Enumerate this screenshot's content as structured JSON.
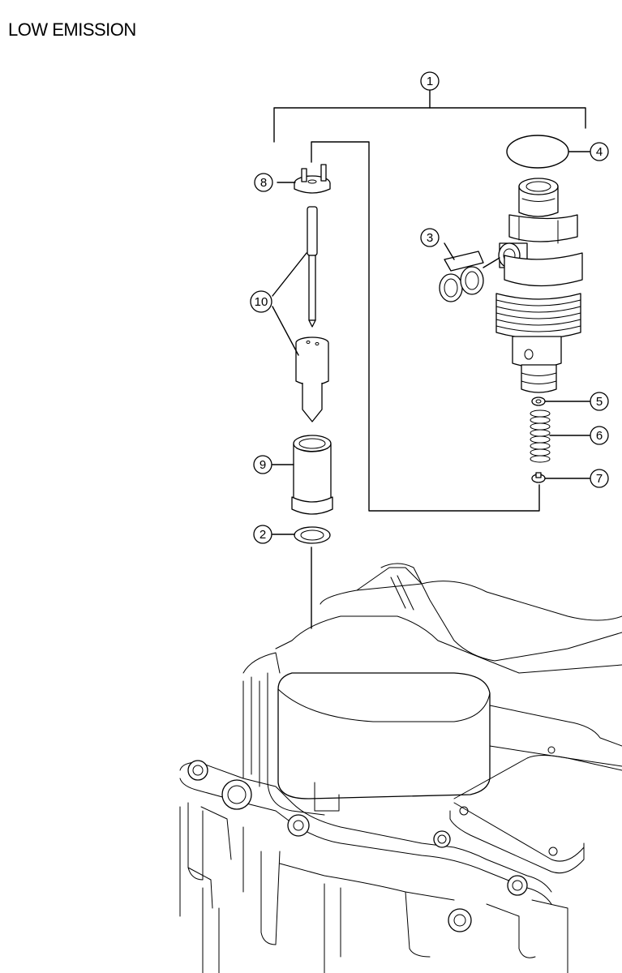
{
  "header": {
    "title": "LOW EMISSION"
  },
  "callouts": [
    {
      "id": "callout-1",
      "label": "1"
    },
    {
      "id": "callout-2",
      "label": "2"
    },
    {
      "id": "callout-3",
      "label": "3"
    },
    {
      "id": "callout-4",
      "label": "4"
    },
    {
      "id": "callout-5",
      "label": "5"
    },
    {
      "id": "callout-6",
      "label": "6"
    },
    {
      "id": "callout-7",
      "label": "7"
    },
    {
      "id": "callout-8",
      "label": "8"
    },
    {
      "id": "callout-9",
      "label": "9"
    },
    {
      "id": "callout-10",
      "label": "10"
    }
  ]
}
